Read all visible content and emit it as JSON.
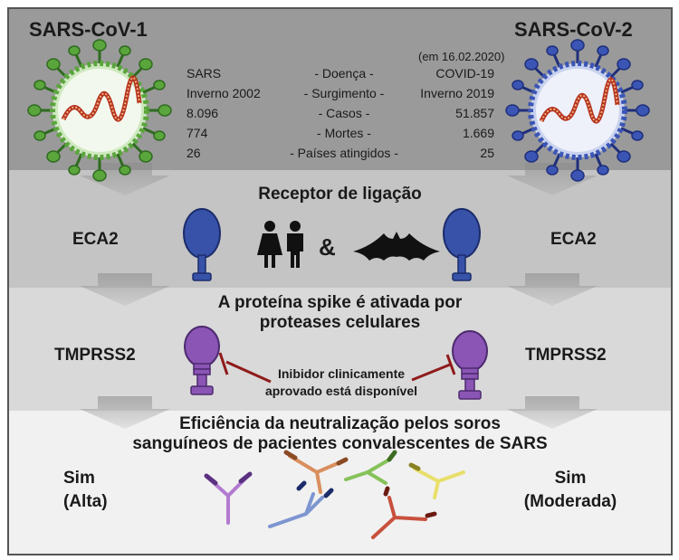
{
  "left": {
    "title": "SARS-CoV-1",
    "values": [
      "SARS",
      "Inverno 2002",
      "8.096",
      "774",
      "26"
    ],
    "receptor": "ECA2",
    "protease": "TMPRSS2",
    "result_line1": "Sim",
    "result_line2": "(Alta)"
  },
  "right": {
    "title": "SARS-CoV-2",
    "date_note": "(em 16.02.2020)",
    "values": [
      "COVID-19",
      "Inverno 2019",
      "51.857",
      "1.669",
      "25"
    ],
    "receptor": "ECA2",
    "protease": "TMPRSS2",
    "result_line1": "Sim",
    "result_line2": "(Moderada)"
  },
  "rows": [
    "- Doença -",
    "- Surgimento -",
    "- Casos -",
    "- Mortes -",
    "- Países atingidos -"
  ],
  "section2_title": "Receptor de ligação",
  "ampersand": "&",
  "section3_title_line1": "A proteína spike é ativada por",
  "section3_title_line2": "proteases celulares",
  "inhibitor_line1": "Inibidor clinicamente",
  "inhibitor_line2": "aprovado está disponível",
  "section4_title_line1": "Eficiência da neutralização pelos soros",
  "section4_title_line2": "sanguíneos de pacientes convalescentes de SARS",
  "colors": {
    "virus1": "#5aa53c",
    "virus2": "#3b55b5",
    "rna": "#b5321f",
    "receptor": "#3752a8",
    "protease": "#8a55b5",
    "inhibitor": "#8f1b1b",
    "antibodies": [
      "#b27ad0",
      "#d98e5e",
      "#86c25a",
      "#e8df6a",
      "#7d95d0",
      "#c8503d"
    ]
  }
}
